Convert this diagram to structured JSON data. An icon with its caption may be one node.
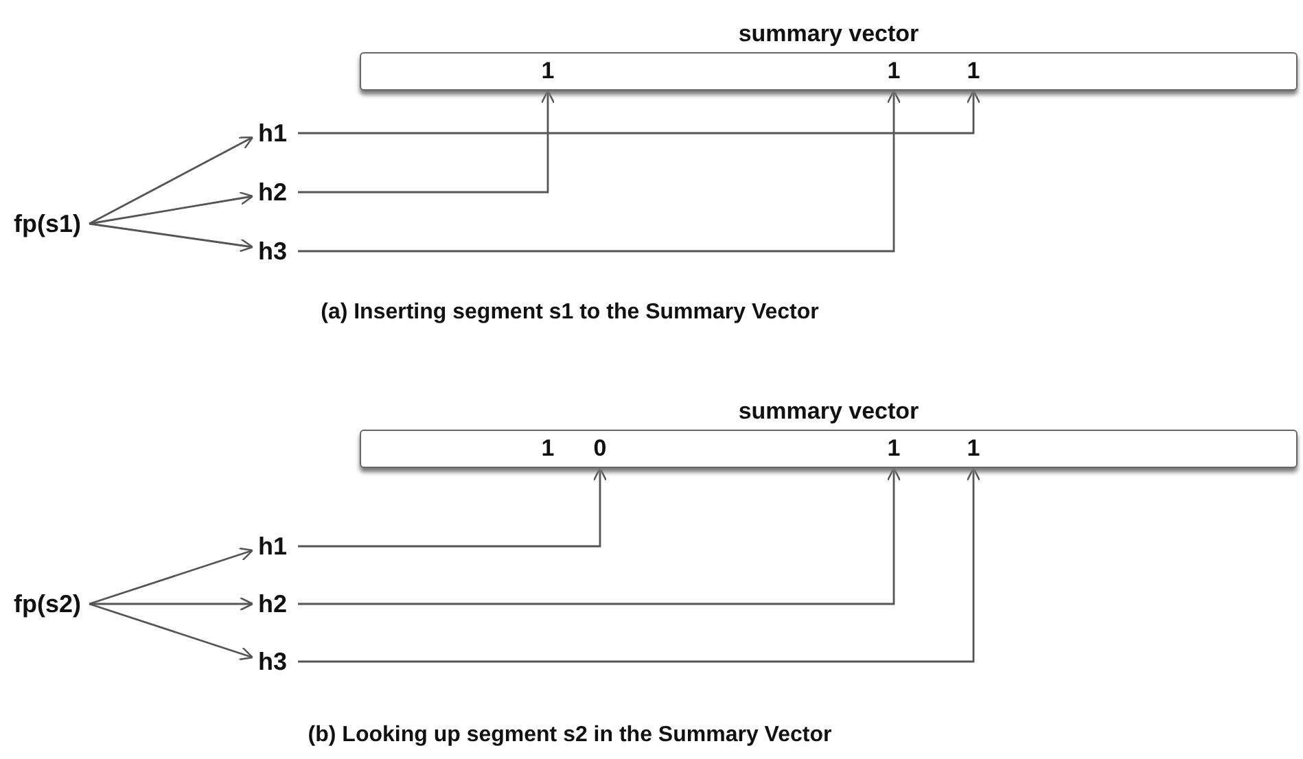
{
  "diagram": {
    "nodes": [
      {
        "text": [
          "summary vector"
        ]
      },
      {
        "text": [
          "1"
        ],
        "in": 0
      },
      {
        "text": [
          "1"
        ],
        "in": 0
      },
      {
        "text": [
          "1"
        ],
        "in": 0
      },
      {
        "text": [
          "fp(s1)"
        ]
      },
      {
        "text": [
          "h1"
        ]
      },
      {
        "text": [
          "h2"
        ]
      },
      {
        "text": [
          "h3"
        ]
      },
      {
        "text": [
          "summary vector"
        ]
      },
      {
        "text": [
          "1"
        ],
        "in": 8
      },
      {
        "text": [
          "0"
        ],
        "in": 8
      },
      {
        "text": [
          "1"
        ],
        "in": 8
      },
      {
        "text": [
          "1"
        ],
        "in": 8
      },
      {
        "text": [
          "fp(s2)"
        ]
      },
      {
        "text": [
          "h1"
        ]
      },
      {
        "text": [
          "h2"
        ]
      },
      {
        "text": [
          "h3"
        ]
      }
    ],
    "edges": [
      {
        "from": 4,
        "to": 5,
        "arrow": "to"
      },
      {
        "from": 4,
        "to": 6,
        "arrow": "to"
      },
      {
        "from": 4,
        "to": 7,
        "arrow": "to"
      },
      {
        "from": 5,
        "to": 3,
        "arrow": "to"
      },
      {
        "from": 6,
        "to": 1,
        "arrow": "to"
      },
      {
        "from": 7,
        "to": 2,
        "arrow": "to"
      },
      {
        "from": 13,
        "to": 14,
        "arrow": "to"
      },
      {
        "from": 13,
        "to": 15,
        "arrow": "to"
      },
      {
        "from": 13,
        "to": 16,
        "arrow": "to"
      },
      {
        "from": 14,
        "to": 10,
        "arrow": "to"
      },
      {
        "from": 15,
        "to": 11,
        "arrow": "to"
      },
      {
        "from": 16,
        "to": 12,
        "arrow": "to"
      }
    ],
    "labels": [
      "(a) Inserting segment s1 to the Summary Vector",
      "(b) Looking up segment s2 in the Summary Vector"
    ]
  }
}
